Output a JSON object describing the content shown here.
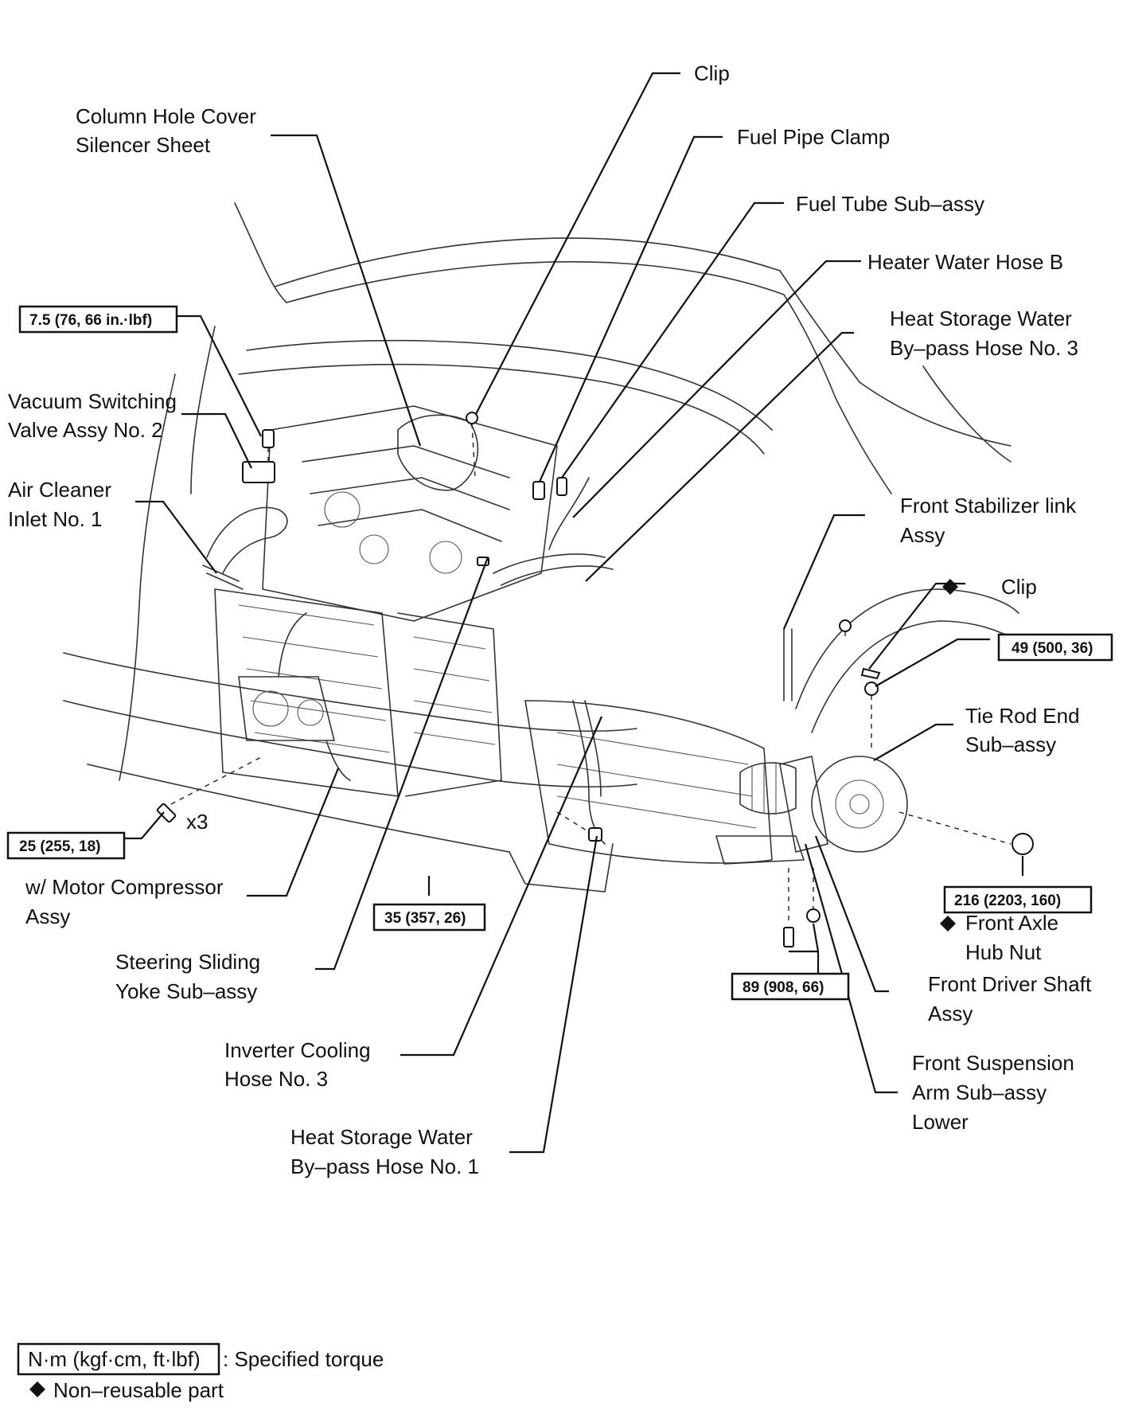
{
  "labels": {
    "clip_top": "Clip",
    "fuel_pipe_clamp": "Fuel Pipe Clamp",
    "column_hole_cover_1": "Column Hole Cover",
    "column_hole_cover_2": "Silencer Sheet",
    "fuel_tube": "Fuel Tube Sub–assy",
    "heater_water_hose": "Heater Water Hose B",
    "heat_storage_3_1": "Heat Storage Water",
    "heat_storage_3_2": "By–pass Hose No. 3",
    "vsv_1": "Vacuum Switching",
    "vsv_2": "Valve Assy No. 2",
    "air_cleaner_1": "Air Cleaner",
    "air_cleaner_2": "Inlet No. 1",
    "stab_link_1": "Front Stabilizer link",
    "stab_link_2": "Assy",
    "clip_right": "Clip",
    "tie_rod_1": "Tie Rod End",
    "tie_rod_2": "Sub–assy",
    "x3": "x3",
    "compressor_1": "w/ Motor Compressor",
    "compressor_2": "Assy",
    "axle_nut_1": "Front Axle",
    "axle_nut_2": "Hub Nut",
    "steering_yoke_1": "Steering Sliding",
    "steering_yoke_2": "Yoke Sub–assy",
    "driver_shaft_1": "Front Driver Shaft",
    "driver_shaft_2": "Assy",
    "inverter_hose_1": "Inverter Cooling",
    "inverter_hose_2": "Hose No. 3",
    "susp_arm_1": "Front Suspension",
    "susp_arm_2": "Arm Sub–assy",
    "susp_arm_3": "Lower",
    "heat_storage_1_1": "Heat Storage Water",
    "heat_storage_1_2": "By–pass Hose No. 1"
  },
  "torques": {
    "vsv": "7.5 (76, 66 in.·lbf)",
    "tie_rod_nut": "49 (500, 36)",
    "bracket_bolt": "25 (255, 18)",
    "stab_bolt": "35 (357, 26)",
    "axle_nut": "216 (2203, 160)",
    "arm_bolt": "89 (908, 66)"
  },
  "legend": {
    "torque_unit": "N·m (kgf·cm, ft·lbf)",
    "torque_text": ": Specified torque",
    "nonreusable_text": "Non–reusable part"
  }
}
